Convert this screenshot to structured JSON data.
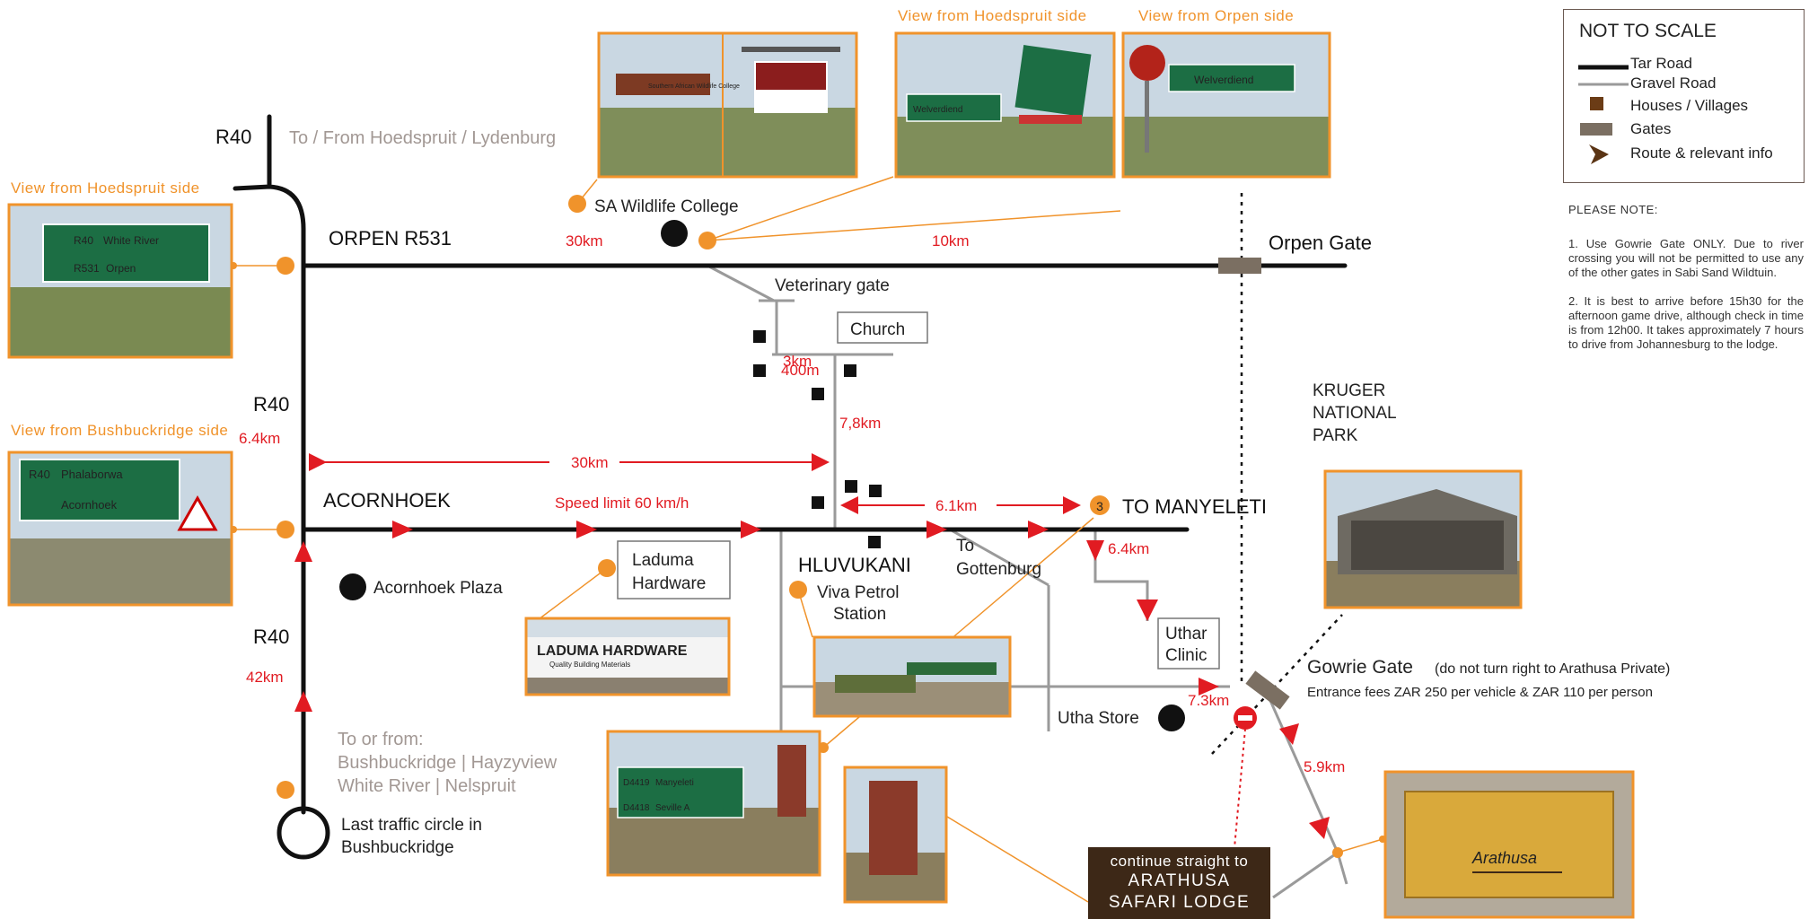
{
  "legend": {
    "title": "NOT TO SCALE",
    "items": [
      "Tar Road",
      "Gravel Road",
      "Houses / Villages",
      "Gates",
      "Route & relevant info"
    ]
  },
  "notes": {
    "heading": "PLEASE NOTE:",
    "note1": "1. Use Gowrie Gate ONLY. Due to river crossing you will not be permitted to use any of the other gates in Sabi Sand Wildtuin.",
    "note2": "2. It is best to arrive before 15h30 for the afternoon game drive, although check in time is from 12h00. It takes approximately 7 hours to drive from Johannesburg to the lodge."
  },
  "roads": {
    "r40_top": "R40",
    "r40_mid": "R40",
    "r40_low": "R40",
    "orpen": "ORPEN R531",
    "acornhoek": "ACORNHOEK",
    "to_manyeleti": "TO MANYELETI",
    "orpen_gate": "Orpen Gate"
  },
  "views": {
    "hoedspruit_left": "View from Hoedspruit side",
    "bushbuckridge": "View from Bushbuckridge side",
    "hoedspruit_top": "View from Hoedspruit side",
    "orpen": "View from Orpen side"
  },
  "directions": {
    "hoedspruit": "To / From Hoedspruit / Lydenburg",
    "bushbuckridge_1": "To or from:",
    "bushbuckridge_2": "Bushbuckridge | Hayzyview",
    "bushbuckridge_3": "White River | Nelspruit"
  },
  "distances": {
    "d30_top": "30km",
    "d10": "10km",
    "d3": "3km",
    "d400": "400m",
    "d64_left": "6.4km",
    "d78": "7,8km",
    "d30_mid": "30km",
    "speed": "Speed limit 60 km/h",
    "d61": "6.1km",
    "d64_right": "6.4km",
    "d73": "7.3km",
    "d59": "5.9km",
    "d42": "42km"
  },
  "places": {
    "wildlife_college": "SA Wildlife College",
    "veterinary_gate": "Veterinary gate",
    "church": "Church",
    "kruger_1": "KRUGER",
    "kruger_2": "NATIONAL",
    "kruger_3": "PARK",
    "acornhoek_plaza": "Acornhoek Plaza",
    "laduma_1": "Laduma",
    "laduma_2": "Hardware",
    "hluvukani": "HLUVUKANI",
    "viva_1": "Viva Petrol",
    "viva_2": "Station",
    "gottenburg_1": "To",
    "gottenburg_2": "Gottenburg",
    "uthar_1": "Uthar",
    "uthar_2": "Clinic",
    "utha_store": "Utha Store",
    "gowrie_gate": "Gowrie Gate",
    "gowrie_note": "(do not turn right to Arathusa Private)",
    "entrance_fees": "Entrance fees ZAR 250 per vehicle & ZAR 110 per person",
    "traffic_circle_1": "Last traffic circle in",
    "traffic_circle_2": "Bushbuckridge",
    "marker_3": "3"
  },
  "destination": {
    "line1": "continue straight to",
    "line2": "ARATHUSA",
    "line3": "SAFARI LODGE"
  },
  "signs": {
    "s1_l1a": "R40",
    "s1_l1b": "White River",
    "s1_l2a": "R531",
    "s1_l2b": "Orpen",
    "s2_l1a": "R40",
    "s2_l1b": "Phalaborwa",
    "s2_l2": "Acornhoek",
    "sa_wildlife": "Southern African Wildlife College",
    "welverdiend": "Welverdiend",
    "laduma_sign": "LADUMA HARDWARE",
    "laduma_sub": "Quality Building Materials",
    "manyeleti_a": "D4419",
    "manyeleti_b": "Manyeleti",
    "seville_a": "D4418",
    "seville_b": "Seville A",
    "arathusa_sign": "Arathusa"
  },
  "colors": {
    "accent": "#f0932b",
    "route": "#e11b22",
    "destination_bg": "#3d2817",
    "sign_green": "#1c6e44"
  }
}
